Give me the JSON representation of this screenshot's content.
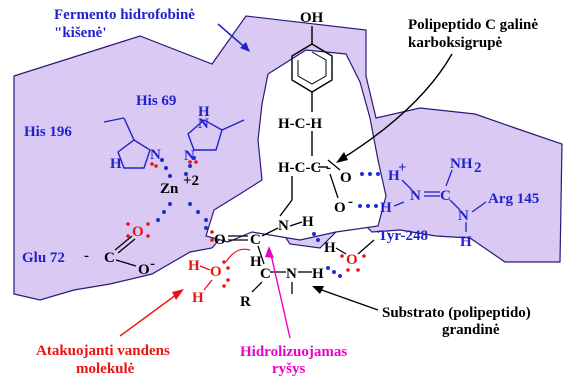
{
  "labels": {
    "pocket_line1": "Fermento hidrofobinė",
    "pocket_line2": "\"kišenė'",
    "c_term_line1": "Polipeptido C galinė",
    "c_term_line2": "karboksigrupė",
    "his69": "His 69",
    "his196": "His 196",
    "glu72": "Glu 72",
    "arg145": "Arg 145",
    "tyr248": "Tyr-248",
    "substrate_line1": "Substrato (polipeptido)",
    "substrate_line2": "grandinė",
    "water_line1": "Atakuojanti vandens",
    "water_line2": "molekulė",
    "bond_line1": "Hidrolizuojamas",
    "bond_line2": "ryšys"
  },
  "atoms": {
    "OH": "OH",
    "CH_CH_top": "H-C-H",
    "CCO": "H-C-C",
    "O": "O",
    "Ominus": "O",
    "minus": "-",
    "N": "N",
    "H": "H",
    "C": "C",
    "R": "R",
    "Zn": "Zn",
    "Zn_charge": "+2",
    "NH2": "NH",
    "NH2_sub": "2",
    "plus": "+",
    "Nplus": "N"
  },
  "colors": {
    "region_fill": "#d9c9f3",
    "region_stroke": "#2a1a7a",
    "label_blue": "#2222cc",
    "label_red": "#ee1111",
    "label_magenta": "#ee00cc",
    "dots_blue": "#1a2fd0",
    "dots_red": "#ee1111"
  }
}
